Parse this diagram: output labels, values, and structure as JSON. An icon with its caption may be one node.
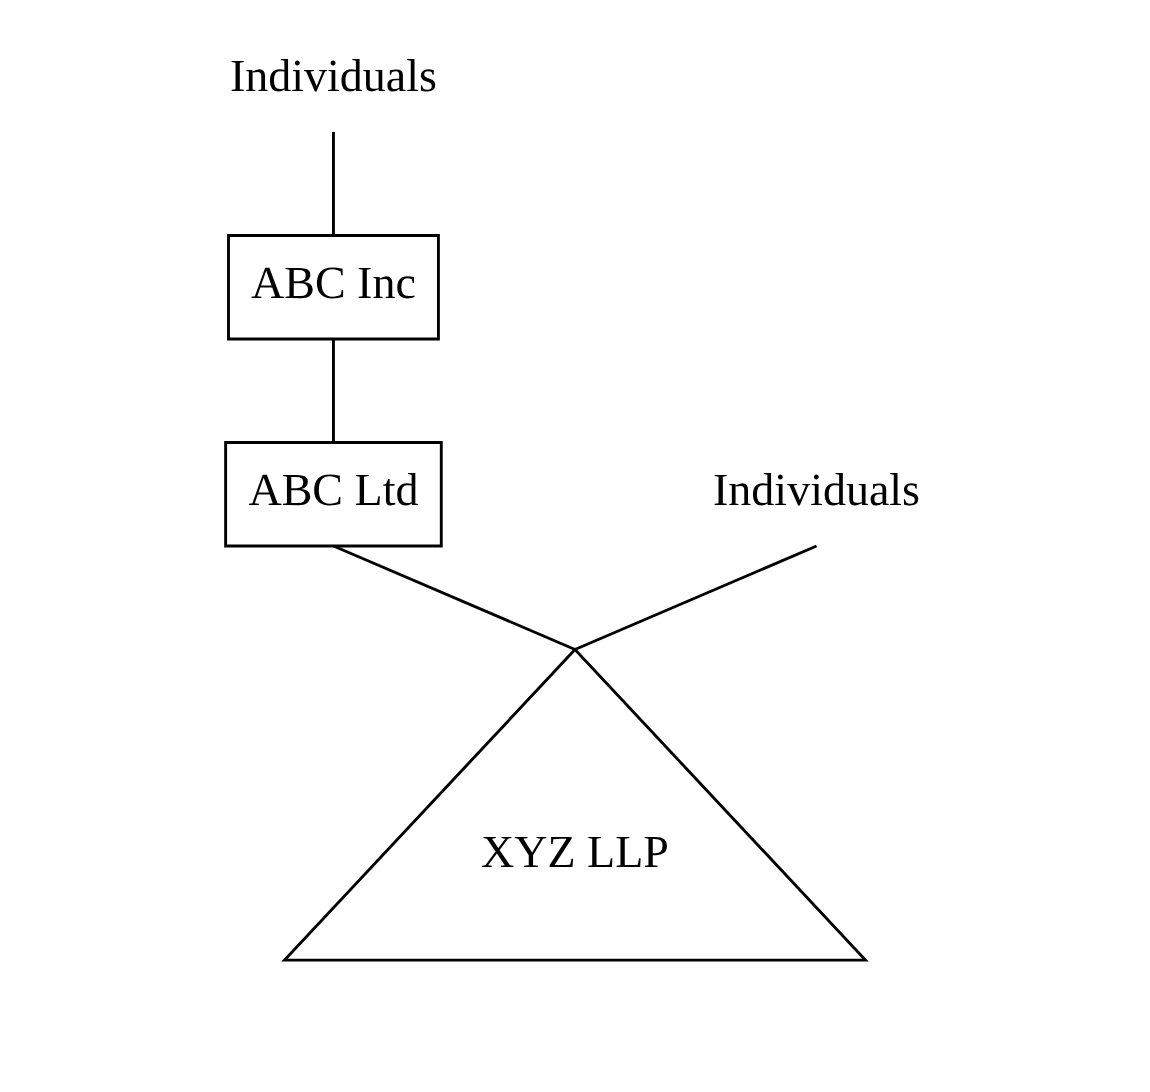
{
  "diagram": {
    "nodes": [
      {
        "text": [
          "Individuals"
        ]
      },
      {
        "text": [
          "ABC Inc"
        ]
      },
      {
        "text": [
          "ABC Ltd"
        ]
      },
      {
        "text": [
          "Individuals"
        ]
      },
      {
        "text": [
          "XYZ LLP"
        ]
      }
    ],
    "edges": [
      {
        "from": 0,
        "to": 1,
        "arrow": "none"
      },
      {
        "from": 1,
        "to": 2,
        "arrow": "none"
      },
      {
        "from": 2,
        "to": 4,
        "arrow": "none"
      },
      {
        "from": 3,
        "to": 4,
        "arrow": "none"
      }
    ]
  }
}
